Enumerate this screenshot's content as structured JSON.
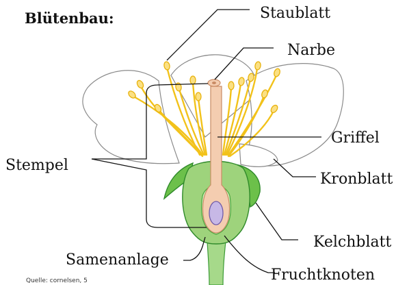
{
  "title": "Blütenbau:",
  "labels": {
    "staublatt": "Staublatt",
    "narbe": "Narbe",
    "griffel": "Griffel",
    "stempel": "Stempel",
    "kronblatt": "Kronblatt",
    "kelchblatt": "Kelchblatt",
    "samenanlage": "Samenanlage",
    "fruchtknoten": "Fruchtknoten"
  },
  "source": "Quelle: cornelsen, 5",
  "colors": {
    "filament": "#f2c21a",
    "anther": "#fbe083",
    "sepal": "#6cc04a",
    "ovary": "#9ed37c",
    "style": "#f4cdb0",
    "ovule": "#c7b8e6",
    "petal_outline": "#8a8a8a"
  }
}
